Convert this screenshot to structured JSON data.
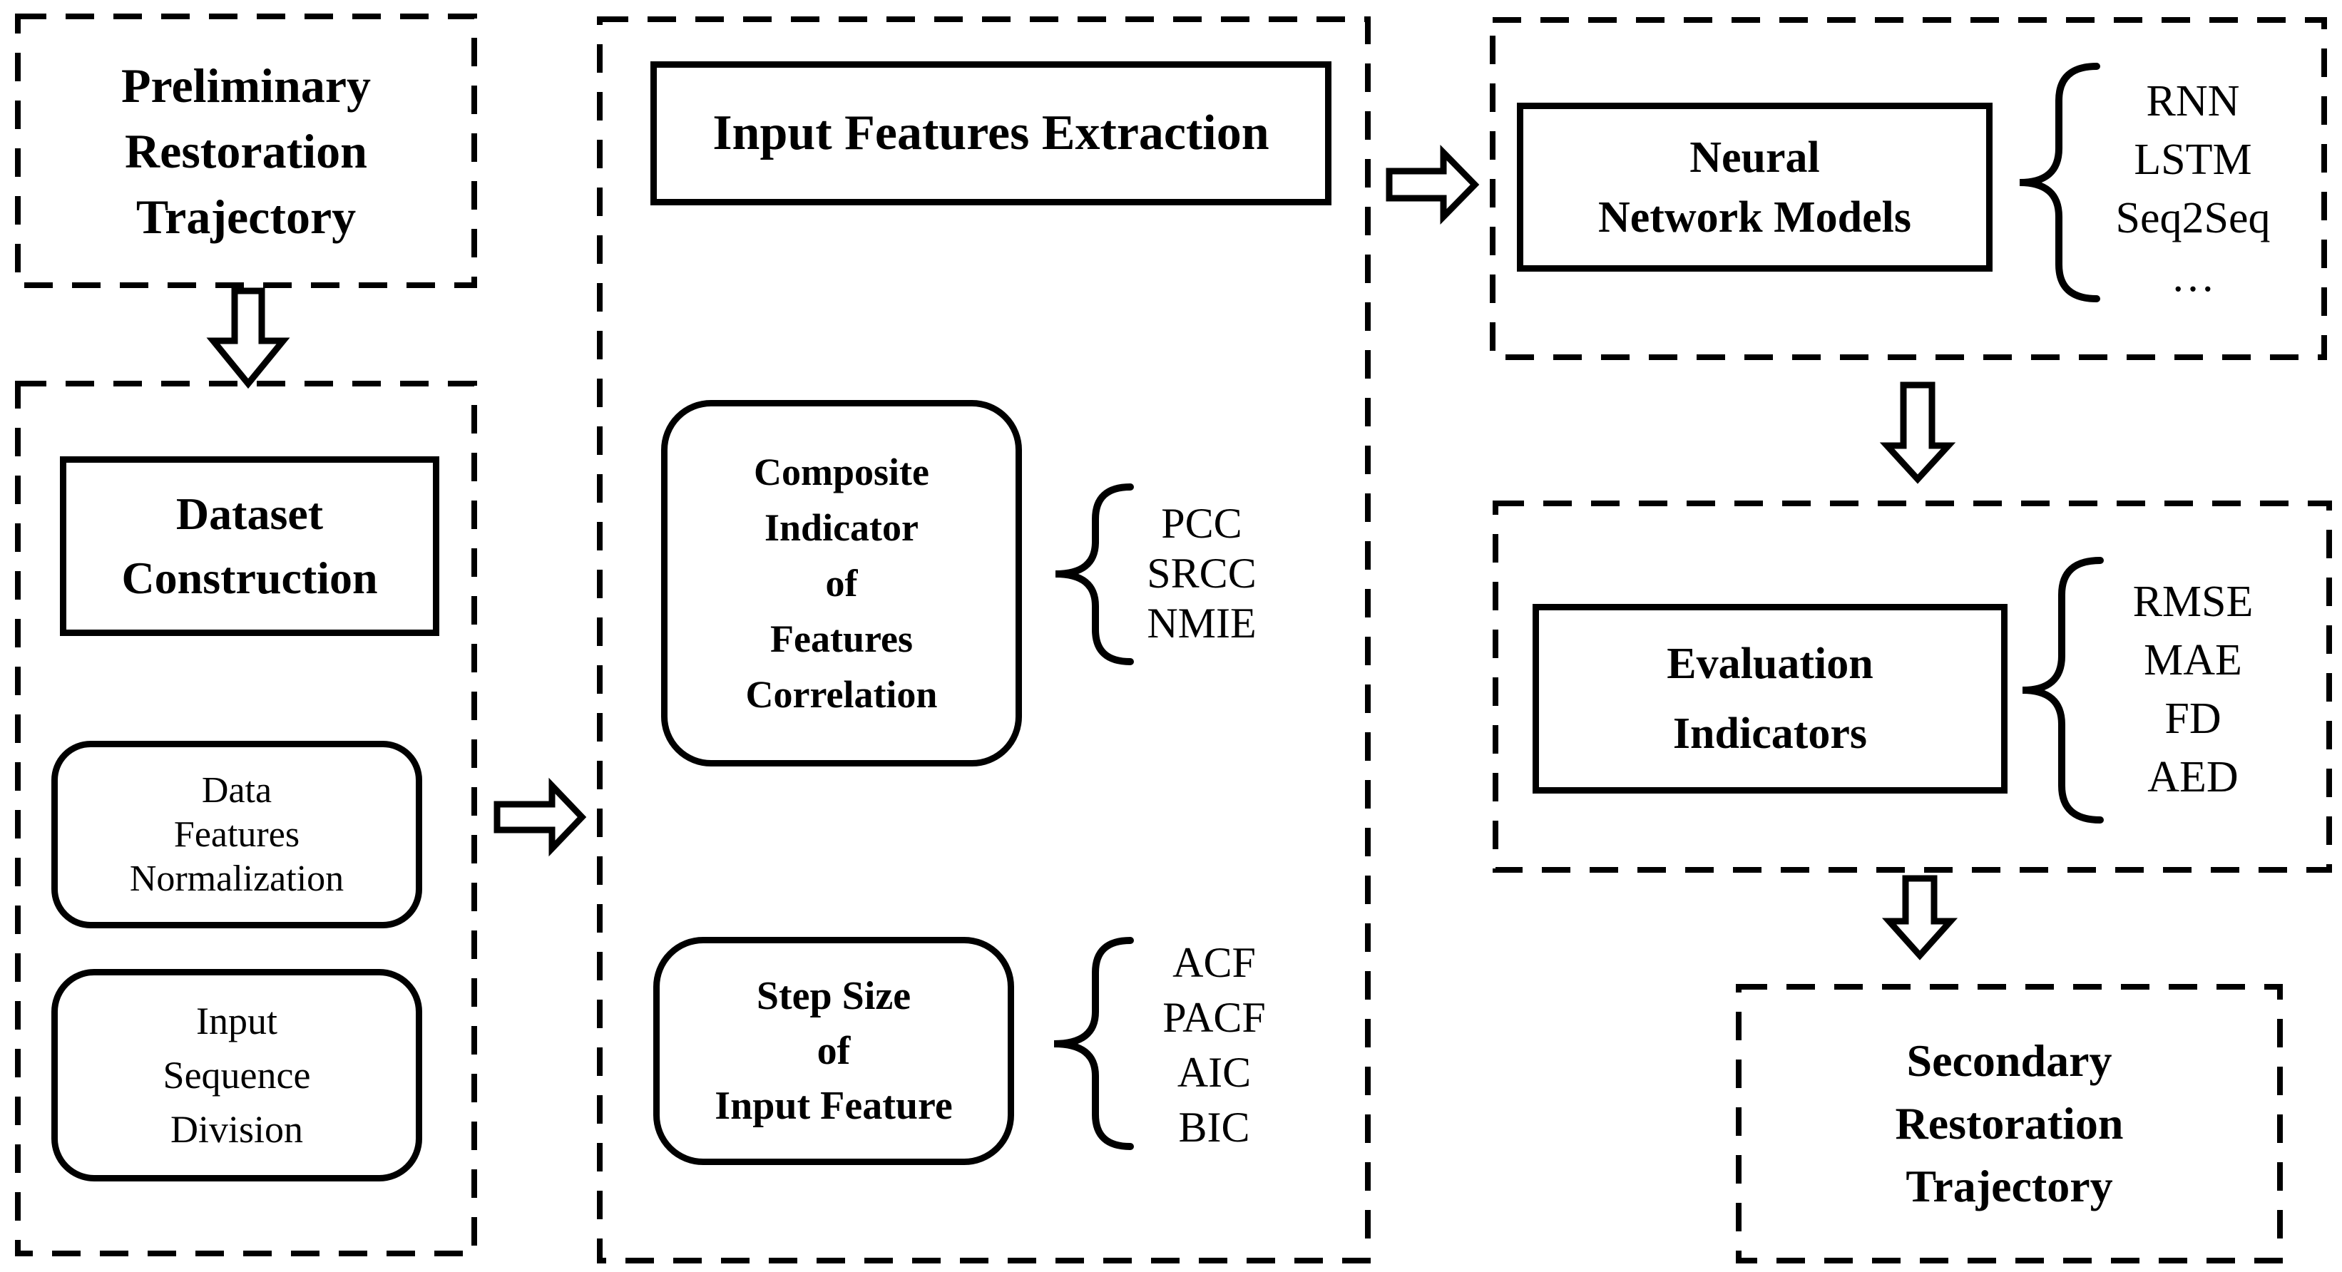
{
  "page": {
    "background": "#ffffff",
    "ink": "#000000"
  },
  "icons": {
    "brace_left": "{",
    "arrow_down": "hollow-down-arrow",
    "arrow_right": "hollow-right-arrow"
  },
  "flow": {
    "preliminary": {
      "lines": [
        "Preliminary",
        "Restoration",
        "Trajectory"
      ]
    },
    "dataset": {
      "title_lines": [
        "Dataset",
        "Construction"
      ],
      "steps": [
        {
          "lines": [
            "Data",
            "Features",
            "Normalization"
          ]
        },
        {
          "lines": [
            "Input",
            "Sequence",
            "Division"
          ]
        }
      ]
    },
    "features": {
      "title": "Input Features Extraction",
      "groups": [
        {
          "box_lines": [
            "Composite",
            "Indicator",
            "of",
            "Features",
            "Correlation"
          ],
          "methods": [
            "PCC",
            "SRCC",
            "NMIE"
          ]
        },
        {
          "box_lines": [
            "Step Size",
            "of",
            "Input Feature"
          ],
          "methods": [
            "ACF",
            "PACF",
            "AIC",
            "BIC"
          ]
        }
      ]
    },
    "models": {
      "title_lines": [
        "Neural",
        "Network Models"
      ],
      "methods": [
        "RNN",
        "LSTM",
        "Seq2Seq",
        "…"
      ]
    },
    "evaluation": {
      "title_lines": [
        "Evaluation",
        "Indicators"
      ],
      "methods": [
        "RMSE",
        "MAE",
        "FD",
        "AED"
      ]
    },
    "secondary": {
      "lines": [
        "Secondary",
        "Restoration",
        "Trajectory"
      ]
    }
  }
}
